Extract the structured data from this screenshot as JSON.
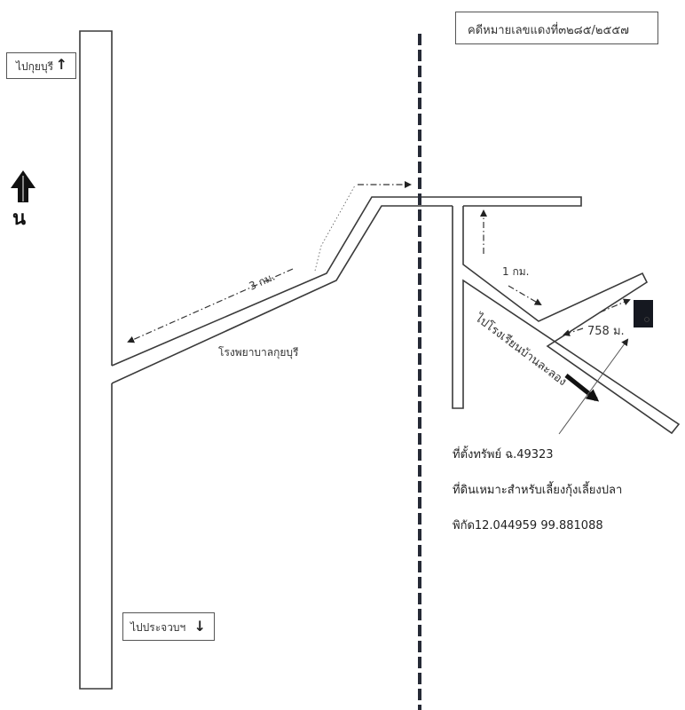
{
  "header": {
    "case_number": "คดีหมายเลขแดงที่๓๒๘๕/๒๕๕๗"
  },
  "compass": {
    "icon": "north-arrow-icon",
    "label": "น"
  },
  "directions": {
    "north": {
      "label": "ไปกุยบุรี",
      "icon": "arrow-up-icon",
      "glyph": "🡅"
    },
    "south": {
      "label": "ไปประจวบฯ",
      "icon": "arrow-down-icon",
      "glyph": "🡇"
    }
  },
  "landmarks": {
    "hospital": "โรงพยาบาลกุยบุรี",
    "school_road": "ไปโรงเรียนบ้านละลอง"
  },
  "distances": {
    "first_leg": "3 กม.",
    "second_leg": "1 กม.",
    "third_leg": "758 ม."
  },
  "property": {
    "location_label": "ที่ตั้งทรัพย์ ฉ.49323",
    "description": "ที่ดินเหมาะสำหรับเลี้ยงกุ้งเลี้ยงปลา",
    "coordinates": "พิกัด12.044959 99.881088"
  },
  "colors": {
    "road_line": "#3a3a3a",
    "railway": "#262a36",
    "property_marker": "#151820"
  }
}
